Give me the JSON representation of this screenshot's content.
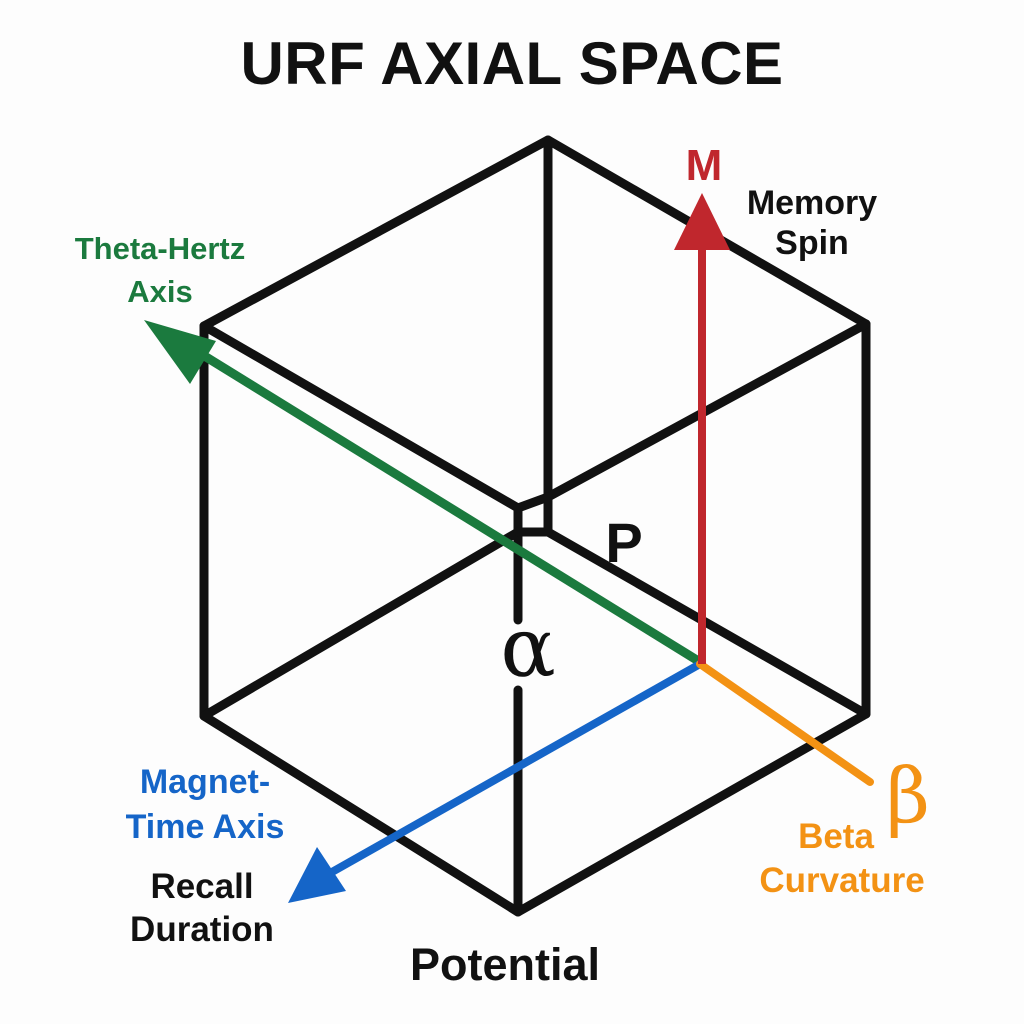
{
  "title": "URF AXIAL SPACE",
  "colors": {
    "edge": "#111111",
    "theta": "#1b7a3e",
    "magnet": "#1565c8",
    "memory": "#c0272d",
    "beta": "#f39214"
  },
  "labels": {
    "theta_line1": "Theta-Hertz",
    "theta_line2": "Axis",
    "m_symbol": "M",
    "memory_line1": "Memory",
    "memory_line2": "Spin",
    "p_symbol": "P",
    "alpha_symbol": "α",
    "magnet_line1": "Magnet-",
    "magnet_line2": "Time Axis",
    "recall_line1": "Recall",
    "recall_line2": "Duration",
    "beta_symbol": "β",
    "beta_line1": "Beta",
    "beta_line2": "Curvature",
    "potential": "Potential"
  }
}
